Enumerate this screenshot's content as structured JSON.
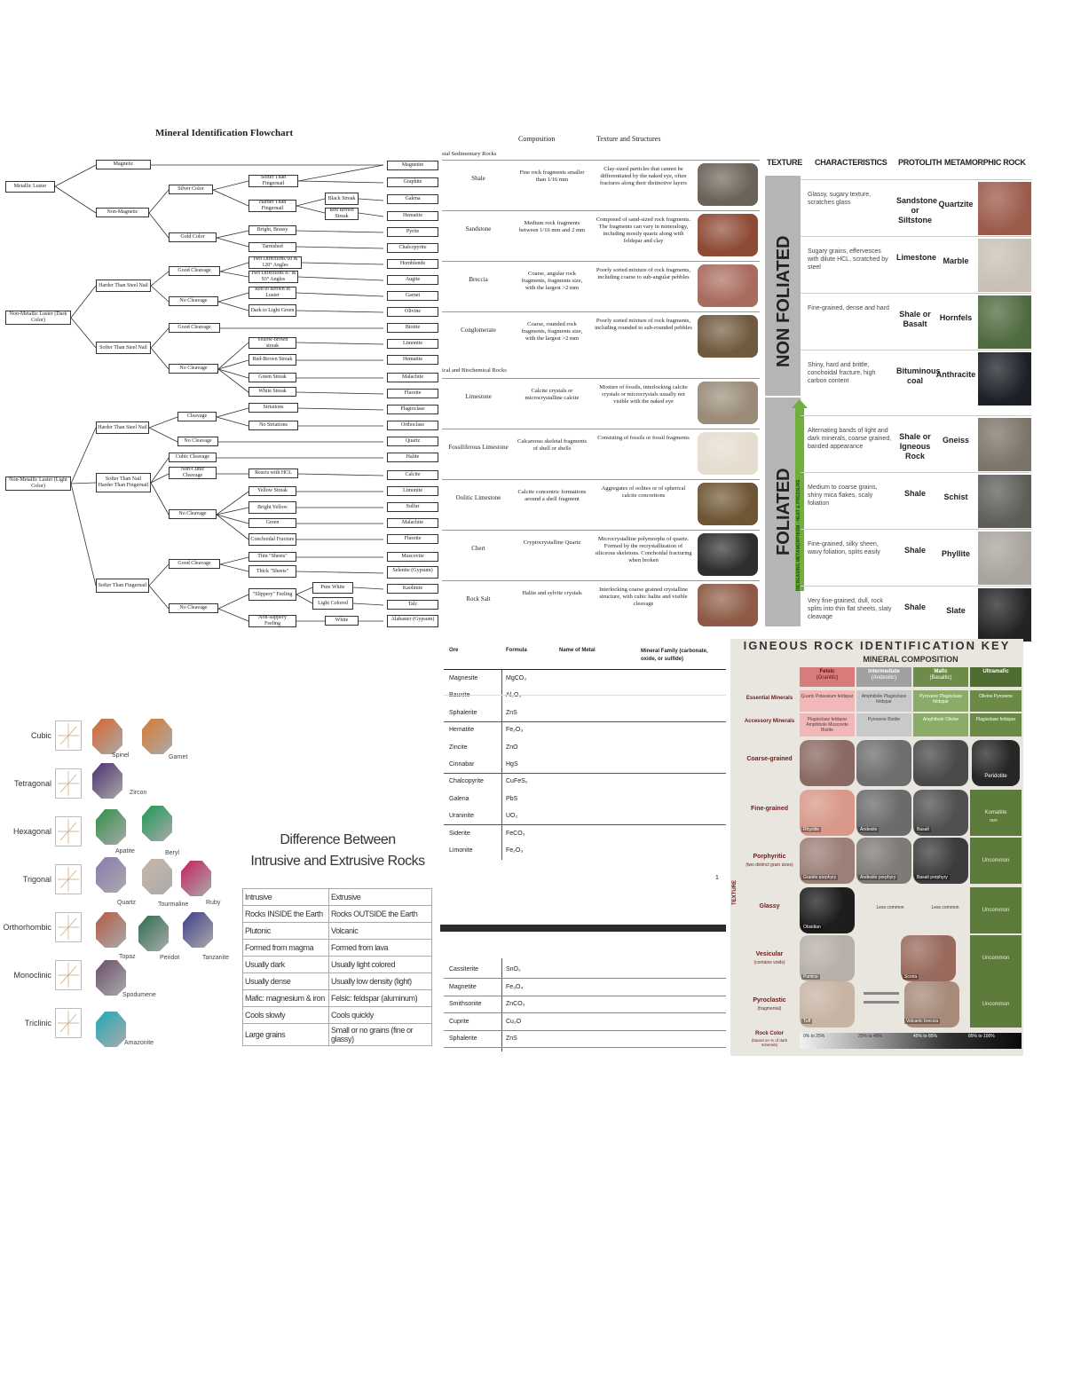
{
  "flowchart": {
    "title": "Mineral Identification Flowchart",
    "nodes": {
      "metallic": "Metallic Luster",
      "magnetic": "Magnetic",
      "non_magnetic": "Non-Magnetic",
      "silver_color": "Silver Color",
      "gold_color": "Gold Color",
      "softer_fingernail": "Softer Than Fingernail",
      "harder_fingernail": "Harder Than Fingernail",
      "black_streak": "Black Streak",
      "red_streak": "Red Brown Streak",
      "bright_brassy": "Bright, Brassy",
      "tarnished": "Tarnished",
      "nonmetal_dark": "Non-Metallic Luster (Dark Color)",
      "harder_steel": "Harder Than Steel Nail",
      "softer_steel": "Softer Than Steel Nail",
      "good_cleavage": "Good Cleavage",
      "no_cleavage": "No Cleavage",
      "two_dir_120": "Two Directions 60 & 120° Angles",
      "two_dir_90": "Two Directions 87 & 93° Angles",
      "red_brown_luster": "Red to Brown in Luster",
      "dark_light_green": "Dark to Light Green",
      "good_cleavage2": "Good Cleavage",
      "no_cleavage2": "No Cleavage",
      "yellow_streak": "Yellow-brown streak",
      "red_brown_streak": "Red-Brown Streak",
      "green_streak": "Green Streak",
      "white_streak": "White Streak",
      "nonmetal_light": "Non-Metallic Luster (Light Color)",
      "harder_glass": "Harder Than Steel Nail",
      "softer_harder": "Softer Than Nail Harder Than Fingernail",
      "softer_fingernail2": "Softer Than Fingernail",
      "cleavage": "Cleavage",
      "no_cleavage3": "No Cleavage",
      "cubic_cleavage": "Cubic Cleavage",
      "non_cubic": "Non-Cubic Cleavage",
      "striations": "Striations",
      "no_striations": "No Striations",
      "reacts_hcl": "Reacts with HCL",
      "no_cleavage4": "No Cleavage",
      "yellow_streak2": "Yellow Streak",
      "bright_yellow": "Bright Yellow",
      "green": "Green",
      "conchoidal": "Conchoidal Fracture",
      "good_cleavage3": "Good Cleavage",
      "no_cleavage5": "No Cleavage",
      "thin_sheets": "Thin \"Sheets\"",
      "thick_sheets": "Thick \"Sheets\"",
      "slippery": "\"Slippery\" Feeling",
      "non_slippery": "\"Non-slippery\" Feeling",
      "pure_white": "Pure White",
      "light_colored": "Light Colored",
      "white": "White"
    },
    "minerals": [
      "Magnetite",
      "Graphite",
      "Galena",
      "Hematite",
      "Pyrite",
      "Chalcopyrite",
      "Hornblende",
      "Augite",
      "Garnet",
      "Olivine",
      "Biotite",
      "Limonite",
      "Hematite",
      "Malachite",
      "Fluorite",
      "Plagioclase",
      "Orthoclase",
      "Quartz",
      "Halite",
      "Calcite",
      "Limonite",
      "Sulfur",
      "Malachite",
      "Fluorite",
      "Muscovite",
      "Selenite (Gypsum)",
      "Kaolinite",
      "Talc",
      "Alabaster (Gypsum)"
    ]
  },
  "sedimentary": {
    "col_composition": "Composition",
    "col_texture": "Texture and Structures",
    "section_clastic": "stal Sedimentary Rocks",
    "section_chemical": "ical and Biochemical Rocks",
    "rows": [
      {
        "name": "Shale",
        "comp": "Fine rock fragments smaller than 1/16 mm",
        "tex": "Clay-sized particles that cannot be differentiated by the naked eye, often fractures along their distinctive layers",
        "color": "#6b6358"
      },
      {
        "name": "Sandstone",
        "comp": "Medium rock fragments between 1/16 mm and 2 mm",
        "tex": "Composed of sand-sized rock fragments. The fragments can vary in mineralogy, including mostly quartz along with feldspar and clay",
        "color": "#8d4a35"
      },
      {
        "name": "Breccia",
        "comp": "Coarse, angular rock fragments, fragments size, with the largest >2 mm",
        "tex": "Poorly sorted mixture of rock fragments, including coarse to sub-angular pebbles",
        "color": "#a96b5e"
      },
      {
        "name": "Conglomerate",
        "comp": "Coarse, rounded rock fragments, fragments size, with the largest >2 mm",
        "tex": "Poorly sorted mixture of rock fragments, including rounded to sub-rounded pebbles",
        "color": "#6f5a3e"
      },
      {
        "name": "Limestone",
        "comp": "Calcite crystals or microcrystalline calcite",
        "tex": "Mixture of fossils, interlocking calcite crystals or microcrystals usually not visible with the naked eye",
        "color": "#9a8b78"
      },
      {
        "name": "Fossiliferous Limestone",
        "comp": "Calcareous skeletal fragments of shell or shells",
        "tex": "Consisting of fossils or fossil fragments",
        "color": "#e6dccf"
      },
      {
        "name": "Oolitic Limestone",
        "comp": "Calcite concentric formations around a shell fragment",
        "tex": "Aggregates of oolites or of spherical calcite concretions",
        "color": "#6e5634"
      },
      {
        "name": "Chert",
        "comp": "Cryptocrystalline Quartz",
        "tex": "Microcrystalline polymorphs of quartz. Formed by the recrystallization of siliceous skeletons. Conchoidal fracturing when broken",
        "color": "#2e2e2e"
      },
      {
        "name": "Rock Salt",
        "comp": "Halite and sylvite crystals",
        "tex": "Interlocking coarse grained crystalline structure, with cubic halite and visible cleavage",
        "color": "#8e5a45"
      }
    ]
  },
  "metamorphic": {
    "head_texture": "TEXTURE",
    "head_char": "CHARACTERISTICS",
    "head_protolith": "PROTOLITH",
    "head_rock": "METAMORPHIC ROCK",
    "nonfoliated": "NON FOLIATED",
    "foliated": "FOLIATED",
    "arrow_label": "INCREASING METAMORPHISM - HEAT & PRESSURE",
    "rows": [
      {
        "char": "Glassy, sugary texture, scratches glass",
        "protolith": "Sandstone or Siltstone",
        "rock": "Quartzite",
        "color": "#9b5a4a"
      },
      {
        "char": "Sugary grains, effervesces with dilute HCL, scratched by steel",
        "protolith": "Limestone",
        "rock": "Marble",
        "color": "#c8c0b4"
      },
      {
        "char": "Fine-grained, dense and hard",
        "protolith": "Shale or Basalt",
        "rock": "Hornfels",
        "color": "#4f6a3f"
      },
      {
        "char": "Shiny, hard and brittle, conchoidal fracture, high carbon content",
        "protolith": "Bituminous coal",
        "rock": "Anthracite",
        "color": "#1c1f26"
      },
      {
        "char": "Alternating bands of light and dark minerals, coarse grained, banded appearance",
        "protolith": "Shale or Igneous Rock",
        "rock": "Gneiss",
        "color": "#7c7468"
      },
      {
        "char": "Medium to coarse grains, shiny mica flakes, scaly foliation",
        "protolith": "Shale",
        "rock": "Schist",
        "color": "#5d5e58"
      },
      {
        "char": "Fine-grained, silky sheen, wavy foliation, splits easily",
        "protolith": "Shale",
        "rock": "Phyllite",
        "color": "#a8a39c"
      },
      {
        "char": "Very fine-grained, dull, rock splits into thin flat sheets, slaty cleavage",
        "protolith": "Shale",
        "rock": "Slate",
        "color": "#232323"
      }
    ]
  },
  "crystals": {
    "systems": [
      "Cubic",
      "Tetragonal",
      "Hexagonal",
      "Trigonal",
      "Orthorhombic",
      "Monoclinic",
      "Triclinic"
    ],
    "gems": [
      {
        "label": "Spinel",
        "color": "#d9662f"
      },
      {
        "label": "Garnet",
        "color": "#d97a30"
      },
      {
        "label": "Zircon",
        "color": "#4a2f6e"
      },
      {
        "label": "Apatite",
        "color": "#2f8f45"
      },
      {
        "label": "Beryl",
        "color": "#1a9a55"
      },
      {
        "label": "Quartz",
        "color": "#8a7ab0"
      },
      {
        "label": "Tourmaline",
        "color": "#c9b7a8"
      },
      {
        "label": "Ruby",
        "color": "#c5205e"
      },
      {
        "label": "Topaz",
        "color": "#b55a45"
      },
      {
        "label": "Peridot",
        "color": "#2c6e4e"
      },
      {
        "label": "Tanzanite",
        "color": "#3f3e8a"
      },
      {
        "label": "Spodumene",
        "color": "#6a4e6a"
      },
      {
        "label": "Amazonite",
        "color": "#1fa9b8"
      }
    ]
  },
  "intrusive_extrusive": {
    "title_line1": "Difference Between",
    "title_line2": "Intrusive and Extrusive Rocks",
    "rows": [
      [
        "Intrusive",
        "Extrusive"
      ],
      [
        "Rocks INSIDE the Earth",
        "Rocks OUTSIDE the Earth"
      ],
      [
        "Plutonic",
        "Volcanic"
      ],
      [
        "Formed from magma",
        "Formed from lava"
      ],
      [
        "Usually dark",
        "Usually light colored"
      ],
      [
        "Usually dense",
        "Usually low density (light)"
      ],
      [
        "Mafic: magnesium & iron",
        "Felsic: feldspar (aluminum)"
      ],
      [
        "Cools slowly",
        "Cools quickly"
      ],
      [
        "Large grains",
        "Small or no grains (fine or glassy)"
      ]
    ]
  },
  "ores": {
    "headers": [
      "Ore",
      "Formula",
      "Name of Metal",
      "Mineral Family (carbonate, oxide, or sulfide)"
    ],
    "rows": [
      [
        "Magnesite",
        "MgCO₃"
      ],
      [
        "Bauxite",
        "Al₂O₃"
      ],
      [
        "Sphalerite",
        "ZnS"
      ],
      [
        "Hematite",
        "Fe₂O₃"
      ],
      [
        "Zincite",
        "ZnO"
      ],
      [
        "Cinnabar",
        "HgS"
      ],
      [
        "Chalcopyrite",
        "CuFeS₂"
      ],
      [
        "Galena",
        "PbS"
      ],
      [
        "Uraninite",
        "UO₂"
      ],
      [
        "Siderite",
        "FeCO₃"
      ],
      [
        "Limonite",
        "Fe₂O₃"
      ]
    ],
    "page_num": "1",
    "rows2": [
      [
        "Cassiterite",
        "SnO₂"
      ],
      [
        "Magnetite",
        "Fe₃O₄"
      ],
      [
        "Smithsonite",
        "ZnCO₃"
      ],
      [
        "Cuprite",
        "Cu₂O"
      ],
      [
        "Sphalerite",
        "ZnS"
      ]
    ]
  },
  "igneous": {
    "title": "IGNEOUS ROCK IDENTIFICATION KEY",
    "subtitle": "MINERAL COMPOSITION",
    "columns": [
      {
        "label": "Felsic",
        "sub": "(Granitic)",
        "color": "#d77b7b"
      },
      {
        "label": "Intermediate",
        "sub": "(Andesitic)",
        "color": "#a0a0a0"
      },
      {
        "label": "Mafic",
        "sub": "(Basaltic)",
        "color": "#6d8c4a"
      },
      {
        "label": "Ultramafic",
        "sub": "",
        "color": "#4e6b30"
      }
    ],
    "essential_label": "Essential Minerals",
    "accessory_label": "Accessory Minerals",
    "essential": [
      "Quartz Potassium feldspar",
      "Amphibole Plagioclase feldspar",
      "Pyroxene Plagioclase feldspar",
      "Olivine Pyroxene"
    ],
    "accessory": [
      "Plagioclase feldspar Amphibole Muscovite Biotite",
      "Pyroxene Biotite",
      "Amphibole Olivine",
      "Plagioclase feldspar"
    ],
    "textures": [
      "Coarse-grained",
      "Fine-grained",
      "Porphyritic",
      "Glassy",
      "Vesicular",
      "Pyroclastic"
    ],
    "texture_axis": "TEXTURE",
    "texture_subs": {
      "porphyritic": "(two distinct grain sizes)",
      "vesicular": "(contains voids)",
      "pyroclastic": "(fragmental)"
    },
    "rock_names": {
      "ultra_coarse": "Peridotite",
      "komatiite": "Komatiite",
      "komatiite_note": "rare",
      "rhyolite": "Rhyolite",
      "andesite": "Andesite",
      "basalt": "Basalt",
      "granite_porph": "Granite porphyry",
      "andesite_porph": "Andesite porphyry",
      "basalt_porph": "Basalt porphyry",
      "obsidian": "Obsidian",
      "pumice": "Pumice",
      "scoria": "Scoria",
      "tuff": "Tuff",
      "breccia": "Volcanic breccia",
      "less_common": "Less common",
      "uncommon": "Uncommon"
    },
    "rock_color": "Rock Color",
    "rock_color_sub": "(based on % of dark minerals)",
    "color_scale": [
      "0% to 25%",
      "25% to 45%",
      "45% to 85%",
      "85% to 100%"
    ]
  }
}
